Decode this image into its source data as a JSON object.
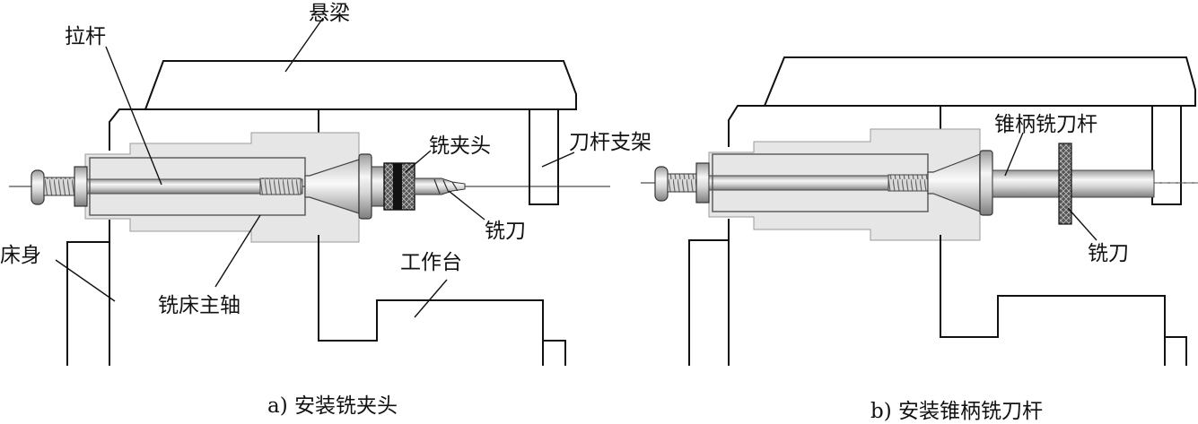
{
  "figure_a": {
    "labels": {
      "overarm": "悬梁",
      "drawbar": "拉杆",
      "collet_chuck": "铣夹头",
      "arbor_support": "刀杆支架",
      "cutter": "铣刀",
      "bed": "床身",
      "spindle": "铣床主轴",
      "table": "工作台"
    },
    "caption": "a) 安装铣夹头"
  },
  "figure_b": {
    "labels": {
      "taper_arbor": "锥柄铣刀杆",
      "cutter": "铣刀"
    },
    "caption": "b) 安装锥柄铣刀杆"
  },
  "colors": {
    "line": "#111111",
    "housing_fill": "#e8e8e8",
    "metal_light": "#f2f2f2",
    "metal_dark": "#8a8a8a",
    "chuck_dark": "#1a1a1a"
  }
}
